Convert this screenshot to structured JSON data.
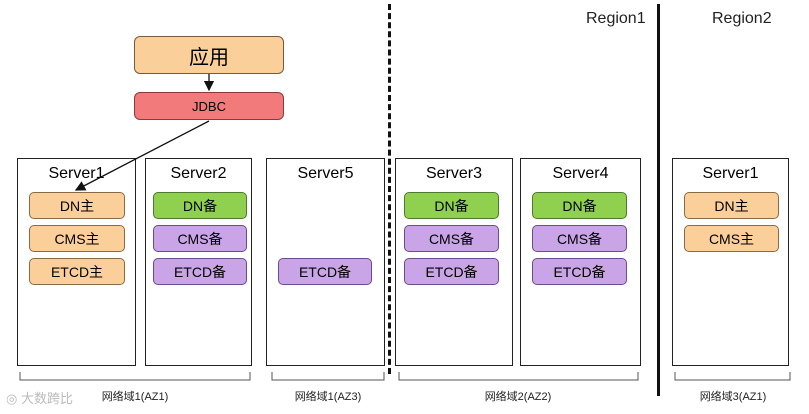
{
  "regions": [
    "Region1",
    "Region2"
  ],
  "app_label": "应用",
  "jdbc_label": "JDBC",
  "servers": [
    {
      "id": "s1a",
      "title": "Server1",
      "components": [
        {
          "label": "DN主",
          "role": "primary"
        },
        {
          "label": "CMS主",
          "role": "primary"
        },
        {
          "label": "ETCD主",
          "role": "primary"
        }
      ]
    },
    {
      "id": "s2",
      "title": "Server2",
      "components": [
        {
          "label": "DN备",
          "role": "standby-green"
        },
        {
          "label": "CMS备",
          "role": "standby-purple"
        },
        {
          "label": "ETCD备",
          "role": "standby-purple"
        }
      ]
    },
    {
      "id": "s5",
      "title": "Server5",
      "components": [
        {
          "label": "ETCD备",
          "role": "standby-purple"
        }
      ]
    },
    {
      "id": "s3",
      "title": "Server3",
      "components": [
        {
          "label": "DN备",
          "role": "standby-green"
        },
        {
          "label": "CMS备",
          "role": "standby-purple"
        },
        {
          "label": "ETCD备",
          "role": "standby-purple"
        }
      ]
    },
    {
      "id": "s4",
      "title": "Server4",
      "components": [
        {
          "label": "DN备",
          "role": "standby-green"
        },
        {
          "label": "CMS备",
          "role": "standby-purple"
        },
        {
          "label": "ETCD备",
          "role": "standby-purple"
        }
      ]
    },
    {
      "id": "s1b",
      "title": "Server1",
      "components": [
        {
          "label": "DN主",
          "role": "primary"
        },
        {
          "label": "CMS主",
          "role": "primary"
        }
      ]
    }
  ],
  "zones": [
    "网络域1(AZ1)",
    "网络域1(AZ3)",
    "网络域2(AZ2)",
    "网络域3(AZ1)"
  ],
  "watermark": "大数跨比",
  "colors": {
    "primary": "#fbcf9a",
    "standby_green": "#8fd14f",
    "standby_purple": "#c9a5e8",
    "jdbc": "#f37a7a"
  }
}
